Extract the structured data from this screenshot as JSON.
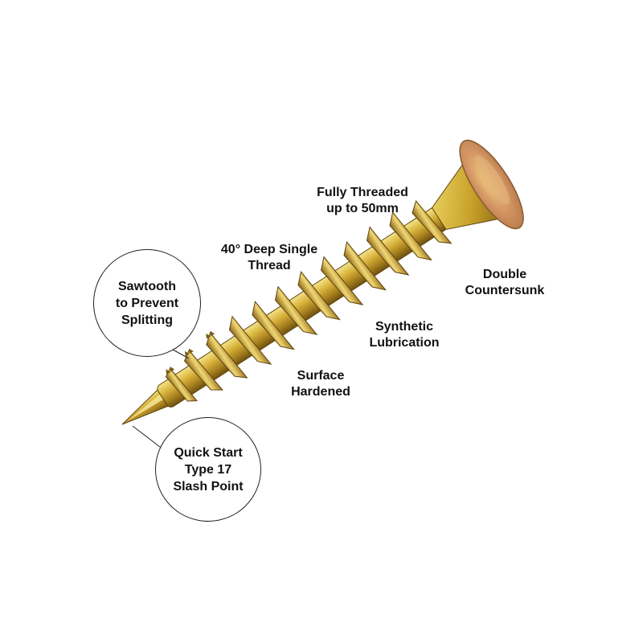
{
  "colors": {
    "background": "#ffffff",
    "text": "#111111",
    "screw_gold": "#d8b23a",
    "screw_copper": "#c9885a"
  },
  "callouts": {
    "fully_threaded": {
      "line1": "Fully Threaded",
      "line2": "up to 50mm"
    },
    "deep_thread": {
      "line1": "40° Deep Single",
      "line2": "Thread"
    },
    "double_countersunk": {
      "line1": "Double",
      "line2": "Countersunk"
    },
    "synthetic_lubrication": {
      "line1": "Synthetic",
      "line2": "Lubrication"
    },
    "surface_hardened": {
      "line1": "Surface",
      "line2": "Hardened"
    },
    "sawtooth": {
      "line1": "Sawtooth",
      "line2": "to Prevent",
      "line3": "Splitting"
    },
    "quick_start": {
      "line1": "Quick Start",
      "line2": "Type 17",
      "line3": "Slash Point"
    }
  }
}
